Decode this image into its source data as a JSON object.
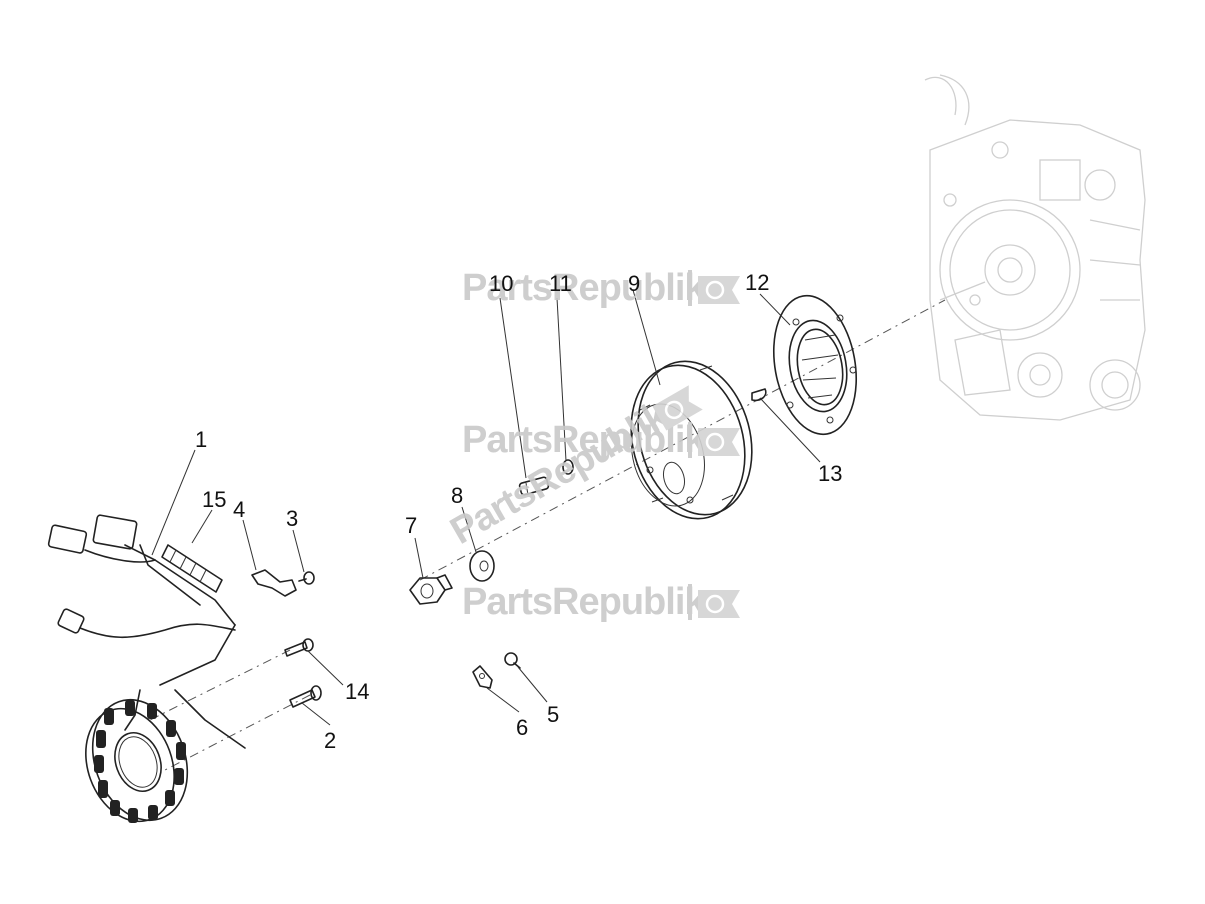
{
  "watermark": {
    "text": "PartsRepublik",
    "icon": "gear-flag-icon"
  },
  "callouts": [
    {
      "id": "1",
      "text": "1"
    },
    {
      "id": "2",
      "text": "2"
    },
    {
      "id": "3",
      "text": "3"
    },
    {
      "id": "4",
      "text": "4"
    },
    {
      "id": "5",
      "text": "5"
    },
    {
      "id": "6",
      "text": "6"
    },
    {
      "id": "7",
      "text": "7"
    },
    {
      "id": "8",
      "text": "8"
    },
    {
      "id": "9",
      "text": "9"
    },
    {
      "id": "10",
      "text": "10"
    },
    {
      "id": "11",
      "text": "11"
    },
    {
      "id": "12",
      "text": "12"
    },
    {
      "id": "13",
      "text": "13"
    },
    {
      "id": "14",
      "text": "14"
    },
    {
      "id": "15",
      "text": "15"
    }
  ]
}
